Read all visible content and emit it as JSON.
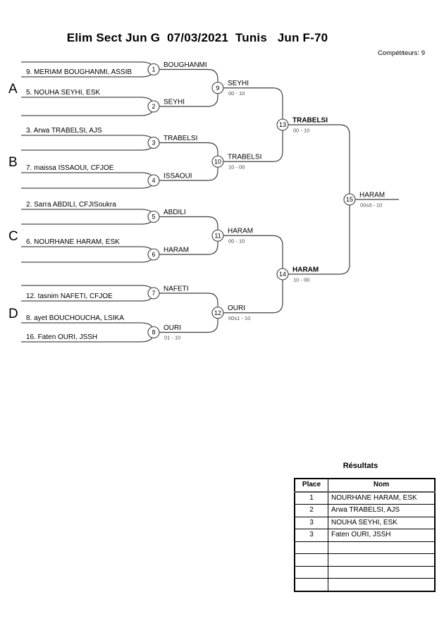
{
  "header": {
    "title": "Elim Sect Jun G  07/03/2021  Tunis   Jun F-70",
    "competitors": "Compétiteurs: 9"
  },
  "bracket": {
    "sections": [
      {
        "letter": "A",
        "entries": [
          "",
          "9. MERIAM BOUGHANMI, ASSIB",
          "5. NOUHA SEYHI, ESK",
          ""
        ]
      },
      {
        "letter": "B",
        "entries": [
          "3. Arwa TRABELSI, AJS",
          "",
          "7. maissa ISSAOUI, CFJOE",
          ""
        ]
      },
      {
        "letter": "C",
        "entries": [
          "2. Sarra ABDILI, CFJISoukra",
          "",
          "6. NOURHANE HARAM, ESK",
          ""
        ]
      },
      {
        "letter": "D",
        "entries": [
          "",
          "12. tasnim NAFETI, CFJOE",
          "8. ayet BOUCHOUCHA, LSIKA",
          "16. Faten OURI, JSSH"
        ]
      }
    ],
    "matches": {
      "m1": {
        "num": "1",
        "winner": "BOUGHANMI",
        "score": ""
      },
      "m2": {
        "num": "2",
        "winner": "SEYHI",
        "score": ""
      },
      "m3": {
        "num": "3",
        "winner": "TRABELSI",
        "score": ""
      },
      "m4": {
        "num": "4",
        "winner": "ISSAOUI",
        "score": ""
      },
      "m5": {
        "num": "5",
        "winner": "ABDILI",
        "score": ""
      },
      "m6": {
        "num": "6",
        "winner": "HARAM",
        "score": ""
      },
      "m7": {
        "num": "7",
        "winner": "NAFETI",
        "score": ""
      },
      "m8": {
        "num": "8",
        "winner": "OURI",
        "score": "01 - 10"
      },
      "m9": {
        "num": "9",
        "winner": "SEYHI",
        "score": "00 - 10"
      },
      "m10": {
        "num": "10",
        "winner": "TRABELSI",
        "score": "10 - 00"
      },
      "m11": {
        "num": "11",
        "winner": "HARAM",
        "score": "00 - 10"
      },
      "m12": {
        "num": "12",
        "winner": "OURI",
        "score": "00s1 - 10"
      },
      "m13": {
        "num": "13",
        "winner": "TRABELSI",
        "score": "00 - 10"
      },
      "m14": {
        "num": "14",
        "winner": "HARAM",
        "score": "10 - 00"
      },
      "m15": {
        "num": "15",
        "winner": "HARAM",
        "score": "00s3 - 10"
      }
    }
  },
  "results": {
    "title": "Résultats",
    "headers": {
      "place": "Place",
      "name": "Nom"
    },
    "rows": [
      {
        "place": "1",
        "name": "NOURHANE HARAM, ESK"
      },
      {
        "place": "2",
        "name": "Arwa TRABELSI, AJS"
      },
      {
        "place": "3",
        "name": "NOUHA SEYHI, ESK"
      },
      {
        "place": "3",
        "name": "Faten OURI, JSSH"
      },
      {
        "place": "",
        "name": ""
      },
      {
        "place": "",
        "name": ""
      },
      {
        "place": "",
        "name": ""
      },
      {
        "place": "",
        "name": ""
      }
    ]
  }
}
